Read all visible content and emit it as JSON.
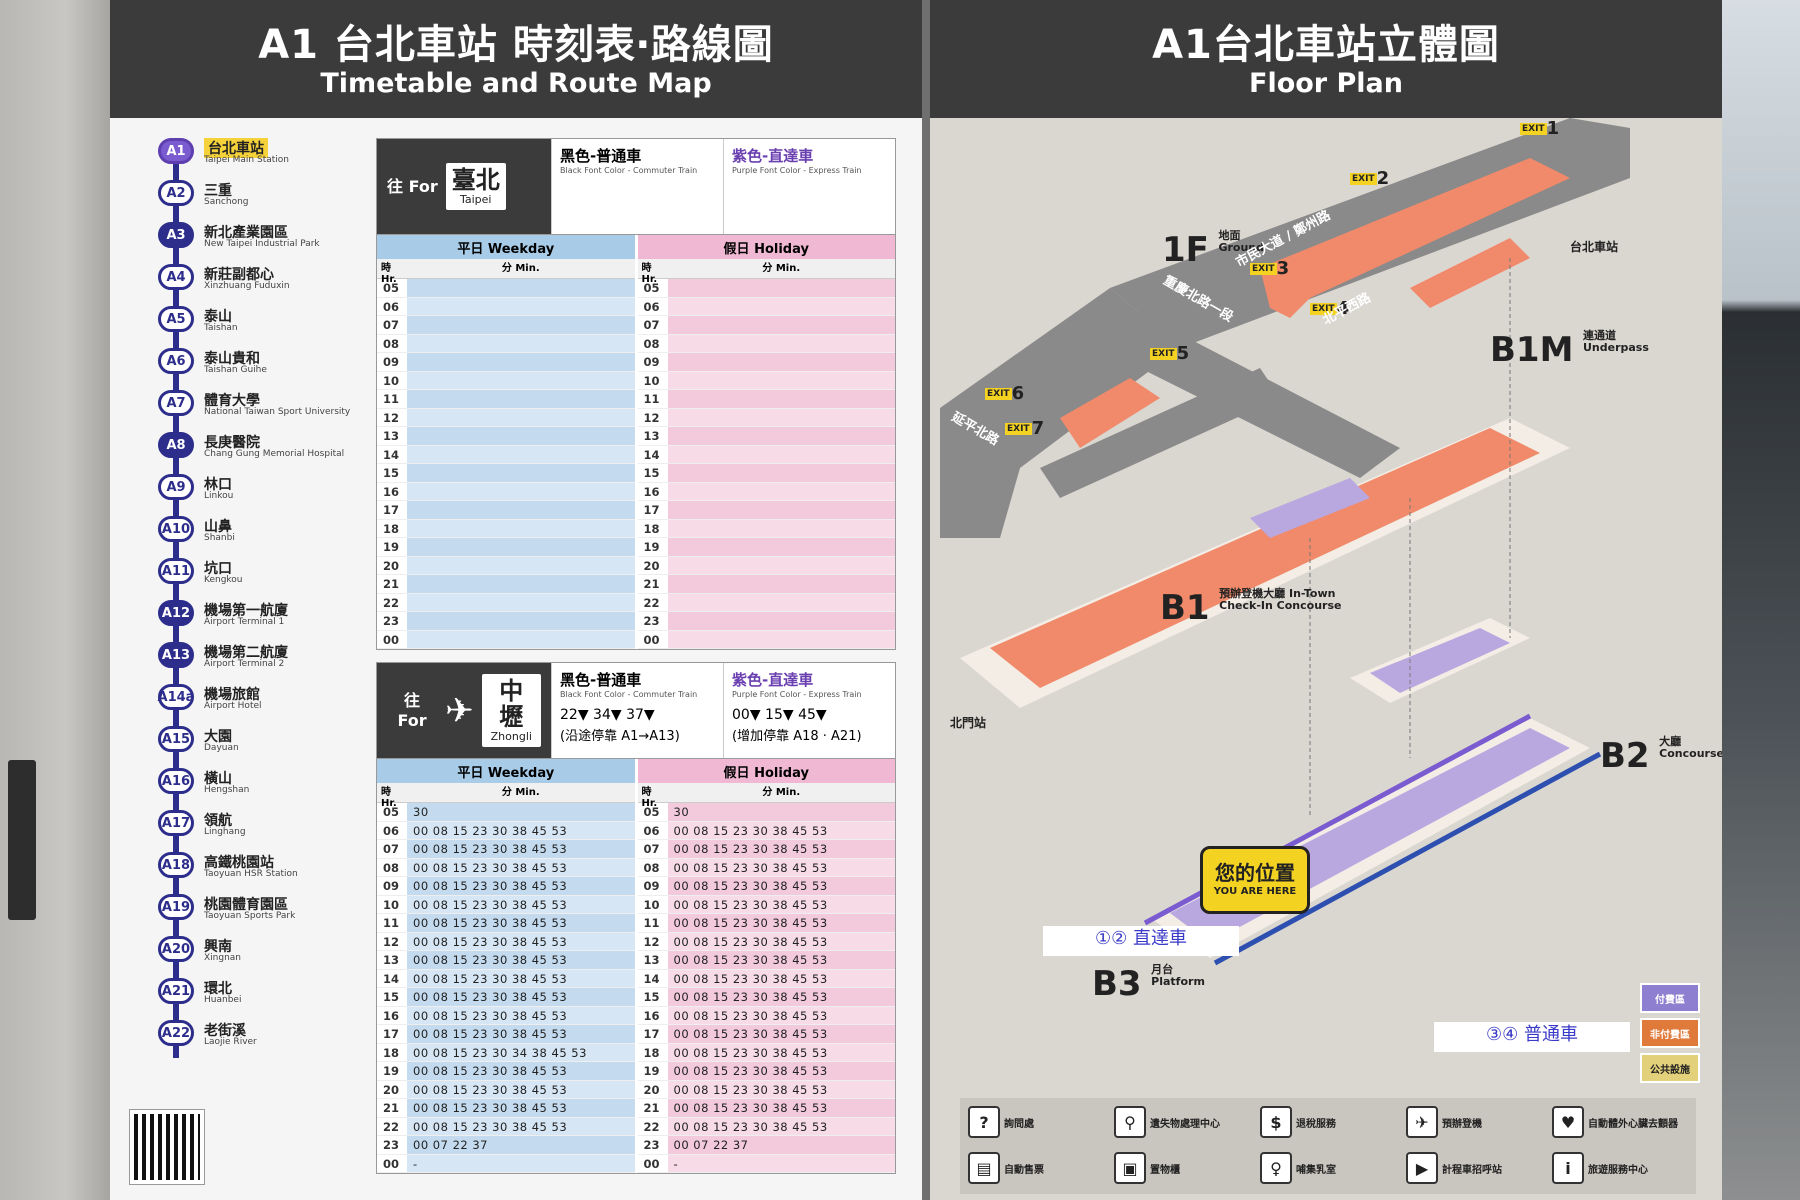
{
  "left_panel": {
    "title_zh": "A1 台北車站 時刻表‧路線圖",
    "title_en": "Timetable and Route Map"
  },
  "route": [
    {
      "code": "A1",
      "zh": "台北車站",
      "en": "Taipei Main Station",
      "type": "here"
    },
    {
      "code": "A2",
      "zh": "三重",
      "en": "Sanchong",
      "type": "local"
    },
    {
      "code": "A3",
      "zh": "新北產業園區",
      "en": "New Taipei Industrial Park",
      "type": "express"
    },
    {
      "code": "A4",
      "zh": "新莊副都心",
      "en": "Xinzhuang Fuduxin",
      "type": "local"
    },
    {
      "code": "A5",
      "zh": "泰山",
      "en": "Taishan",
      "type": "local"
    },
    {
      "code": "A6",
      "zh": "泰山貴和",
      "en": "Taishan Guihe",
      "type": "local"
    },
    {
      "code": "A7",
      "zh": "體育大學",
      "en": "National Taiwan Sport University",
      "type": "local"
    },
    {
      "code": "A8",
      "zh": "長庚醫院",
      "en": "Chang Gung Memorial Hospital",
      "type": "express"
    },
    {
      "code": "A9",
      "zh": "林口",
      "en": "Linkou",
      "type": "local"
    },
    {
      "code": "A10",
      "zh": "山鼻",
      "en": "Shanbi",
      "type": "local"
    },
    {
      "code": "A11",
      "zh": "坑口",
      "en": "Kengkou",
      "type": "local"
    },
    {
      "code": "A12",
      "zh": "機場第一航廈",
      "en": "Airport Terminal 1",
      "type": "express"
    },
    {
      "code": "A13",
      "zh": "機場第二航廈",
      "en": "Airport Terminal 2",
      "type": "express"
    },
    {
      "code": "A14a",
      "zh": "機場旅館",
      "en": "Airport Hotel",
      "type": "local"
    },
    {
      "code": "A15",
      "zh": "大園",
      "en": "Dayuan",
      "type": "local"
    },
    {
      "code": "A16",
      "zh": "橫山",
      "en": "Hengshan",
      "type": "local"
    },
    {
      "code": "A17",
      "zh": "領航",
      "en": "Linghang",
      "type": "local"
    },
    {
      "code": "A18",
      "zh": "高鐵桃園站",
      "en": "Taoyuan HSR Station",
      "type": "local"
    },
    {
      "code": "A19",
      "zh": "桃園體育園區",
      "en": "Taoyuan Sports Park",
      "type": "local"
    },
    {
      "code": "A20",
      "zh": "興南",
      "en": "Xingnan",
      "type": "local"
    },
    {
      "code": "A21",
      "zh": "環北",
      "en": "Huanbei",
      "type": "local"
    },
    {
      "code": "A22",
      "zh": "老街溪",
      "en": "Laojie River",
      "type": "local"
    }
  ],
  "tt_taipei": {
    "for_label": "往 For",
    "dest_zh": "臺北",
    "dest_en": "Taipei",
    "black_label": "黑色-普通車",
    "black_sub": "Black Font Color - Commuter Train",
    "purple_label": "紫色-直達車",
    "purple_sub": "Purple Font Color - Express Train",
    "weekday": "平日 Weekday",
    "holiday": "假日 Holiday",
    "hr": "時 Hr.",
    "min": "分 Min.",
    "hours": [
      "05",
      "06",
      "07",
      "08",
      "09",
      "10",
      "11",
      "12",
      "13",
      "14",
      "15",
      "16",
      "17",
      "18",
      "19",
      "20",
      "21",
      "22",
      "23",
      "00"
    ]
  },
  "tt_zhongli": {
    "for_label": "往 For",
    "dest_zh": "中壢",
    "dest_en": "Zhongli",
    "black_label": "黑色-普通車",
    "black_sub": "Black Font Color - Commuter Train",
    "black_times": "22▼ 34▼ 37▼",
    "black_note": "(沿途停靠 A1→A13)",
    "purple_label": "紫色-直達車",
    "purple_sub": "Purple Font Color - Express Train",
    "purple_times": "00▼ 15▼ 45▼",
    "purple_note": "(增加停靠 A18 · A21)",
    "weekday": "平日 Weekday",
    "holiday": "假日 Holiday",
    "hr": "時 Hr.",
    "min": "分 Min.",
    "weekday_rows": [
      {
        "h": "05",
        "m": "30"
      },
      {
        "h": "06",
        "m": "00 08 15 23 30 38 45 53"
      },
      {
        "h": "07",
        "m": "00 08 15 23 30 38 45 53"
      },
      {
        "h": "08",
        "m": "00 08 15 23 30 38 45 53"
      },
      {
        "h": "09",
        "m": "00 08 15 23 30 38 45 53"
      },
      {
        "h": "10",
        "m": "00 08 15 23 30 38 45 53"
      },
      {
        "h": "11",
        "m": "00 08 15 23 30 38 45 53"
      },
      {
        "h": "12",
        "m": "00 08 15 23 30 38 45 53"
      },
      {
        "h": "13",
        "m": "00 08 15 23 30 38 45 53"
      },
      {
        "h": "14",
        "m": "00 08 15 23 30 38 45 53"
      },
      {
        "h": "15",
        "m": "00 08 15 23 30 38 45 53"
      },
      {
        "h": "16",
        "m": "00 08 15 23 30 38 45 53"
      },
      {
        "h": "17",
        "m": "00 08 15 23 30 38 45 53"
      },
      {
        "h": "18",
        "m": "00 08 15 23 30 34 38 45 53"
      },
      {
        "h": "19",
        "m": "00 08 15 23 30 38 45 53"
      },
      {
        "h": "20",
        "m": "00 08 15 23 30 38 45 53"
      },
      {
        "h": "21",
        "m": "00 08 15 23 30 38 45 53"
      },
      {
        "h": "22",
        "m": "00 08 15 23 30 38 45 53"
      },
      {
        "h": "23",
        "m": "00 07 22 37"
      },
      {
        "h": "00",
        "m": "-"
      }
    ],
    "holiday_rows": [
      {
        "h": "05",
        "m": "30"
      },
      {
        "h": "06",
        "m": "00 08 15 23 30 38 45 53"
      },
      {
        "h": "07",
        "m": "00 08 15 23 30 38 45 53"
      },
      {
        "h": "08",
        "m": "00 08 15 23 30 38 45 53"
      },
      {
        "h": "09",
        "m": "00 08 15 23 30 38 45 53"
      },
      {
        "h": "10",
        "m": "00 08 15 23 30 38 45 53"
      },
      {
        "h": "11",
        "m": "00 08 15 23 30 38 45 53"
      },
      {
        "h": "12",
        "m": "00 08 15 23 30 38 45 53"
      },
      {
        "h": "13",
        "m": "00 08 15 23 30 38 45 53"
      },
      {
        "h": "14",
        "m": "00 08 15 23 30 38 45 53"
      },
      {
        "h": "15",
        "m": "00 08 15 23 30 38 45 53"
      },
      {
        "h": "16",
        "m": "00 08 15 23 30 38 45 53"
      },
      {
        "h": "17",
        "m": "00 08 15 23 30 38 45 53"
      },
      {
        "h": "18",
        "m": "00 08 15 23 30 38 45 53"
      },
      {
        "h": "19",
        "m": "00 08 15 23 30 38 45 53"
      },
      {
        "h": "20",
        "m": "00 08 15 23 30 38 45 53"
      },
      {
        "h": "21",
        "m": "00 08 15 23 30 38 45 53"
      },
      {
        "h": "22",
        "m": "00 08 15 23 30 38 45 53"
      },
      {
        "h": "23",
        "m": "00 07 22 37"
      },
      {
        "h": "00",
        "m": "-"
      }
    ]
  },
  "right_panel": {
    "title_zh": "A1台北車站立體圖",
    "title_en": "Floor Plan",
    "level_1f": "1F",
    "level_1f_sub": "地面 Ground",
    "level_b1m": "B1M",
    "level_b1m_sub": "連通道 Underpass",
    "level_b1": "B1",
    "level_b1_sub": "預辦登機大廳 In-Town Check-In Concourse",
    "level_b2": "B2",
    "level_b2_sub": "大廳 Concourse",
    "level_b3": "B3",
    "level_b3_sub": "月台 Platform",
    "you_here_zh": "您的位置",
    "you_here_en": "YOU ARE HERE",
    "label_express": "①② 直達車",
    "label_commuter": "③④ 普通車",
    "exits": [
      "1",
      "2",
      "3",
      "4",
      "5",
      "6",
      "7"
    ],
    "exit_tag": "EXIT",
    "streets": [
      "市民大道 / 鄭州路",
      "重慶北路一段",
      "北平西路",
      "延平北路"
    ],
    "side_station": "台北車站",
    "side_underpass": "北門站",
    "legend_paid": "付費區",
    "legend_unpaid": "非付費區",
    "legend_public": "公共設施",
    "legend": [
      "詢問處",
      "遺失物處理中心",
      "退稅服務",
      "預辦登機",
      "自動體外心臟去顫器",
      "自動售票",
      "置物櫃",
      "哺集乳室",
      "計程車招呼站",
      "旅遊服務中心"
    ]
  },
  "colors": {
    "header": "#3b3b3b",
    "route_line": "#2d2d8c",
    "express_purple": "#6a3fb0",
    "weekday_blue": "#a8cbe8",
    "holiday_pink": "#f0b8d2",
    "area_orange": "#f08a6a",
    "highlight_yellow": "#f4d222"
  }
}
